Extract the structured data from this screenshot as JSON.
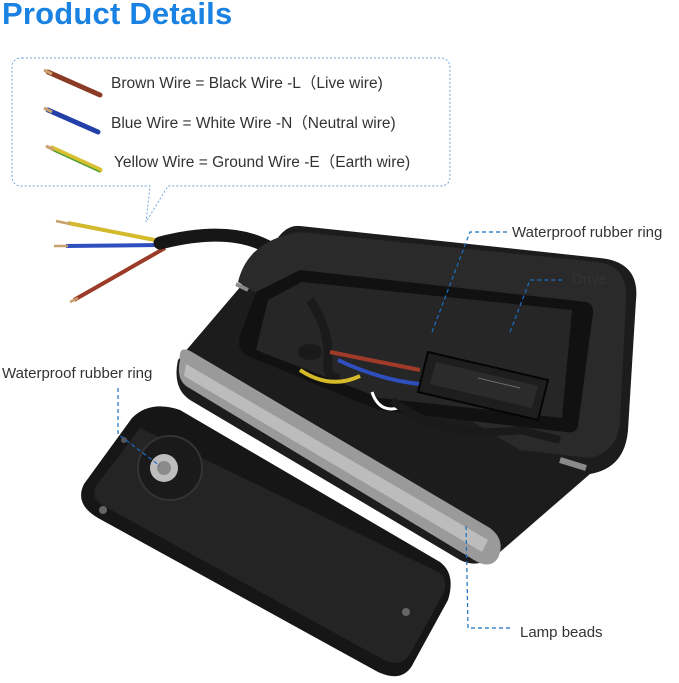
{
  "header": {
    "title": "Product Details"
  },
  "wire_legend": [
    {
      "text": "Brown Wire = Black Wire -L（Live wire)",
      "color": "#a0412c"
    },
    {
      "text": "Blue Wire = White Wire -N（Neutral wire)",
      "color": "#2c49b8"
    },
    {
      "text": "Yellow Wire = Ground Wire -E（Earth wire)",
      "color": "#d9c23a"
    }
  ],
  "callouts": {
    "rubber_ring_top": "Waterproof rubber ring",
    "drive": "Drive",
    "rubber_ring_left": "Waterproof rubber ring",
    "lamp_beads": "Lamp beads"
  },
  "colors": {
    "accent": "#1a82e2",
    "leader": "#1a6fc4",
    "housing": "#1b1b1b"
  }
}
